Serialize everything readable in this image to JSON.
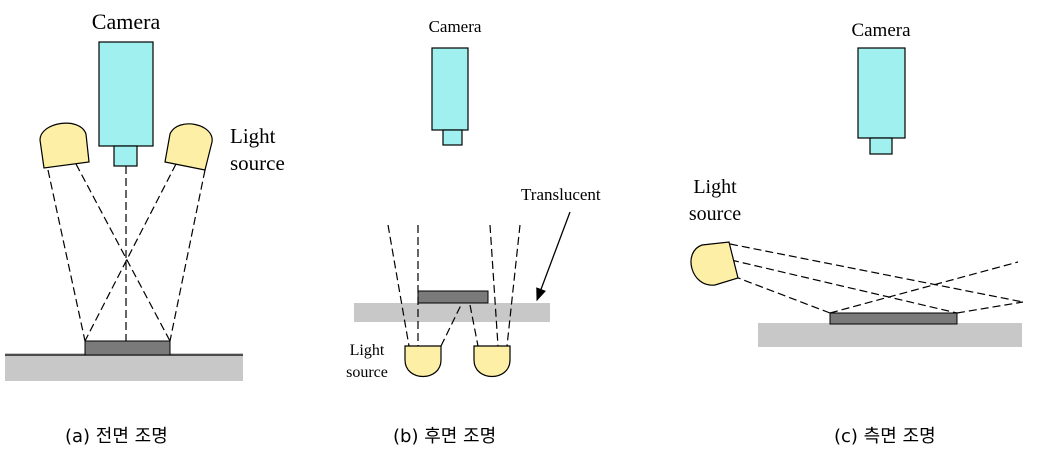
{
  "panels": [
    {
      "camera_label": "Camera",
      "light_label_1": "Light",
      "light_label_2": "source",
      "caption": "(a) 전면 조명"
    },
    {
      "camera_label": "Camera",
      "light_label_1": "Light",
      "light_label_2": "source",
      "translucent_label": "Translucent",
      "caption": "(b) 후면 조명"
    },
    {
      "camera_label": "Camera",
      "light_label_1": "Light",
      "light_label_2": "source",
      "caption": "(c) 측면 조명"
    }
  ],
  "colors": {
    "camera_fill": "#9ff0ee",
    "lamp_fill": "#fdf0a6",
    "surface_fill": "#c8c8c8",
    "object_fill": "#7a7a7a"
  },
  "icons": [
    "camera-icon",
    "light-source-icon"
  ]
}
